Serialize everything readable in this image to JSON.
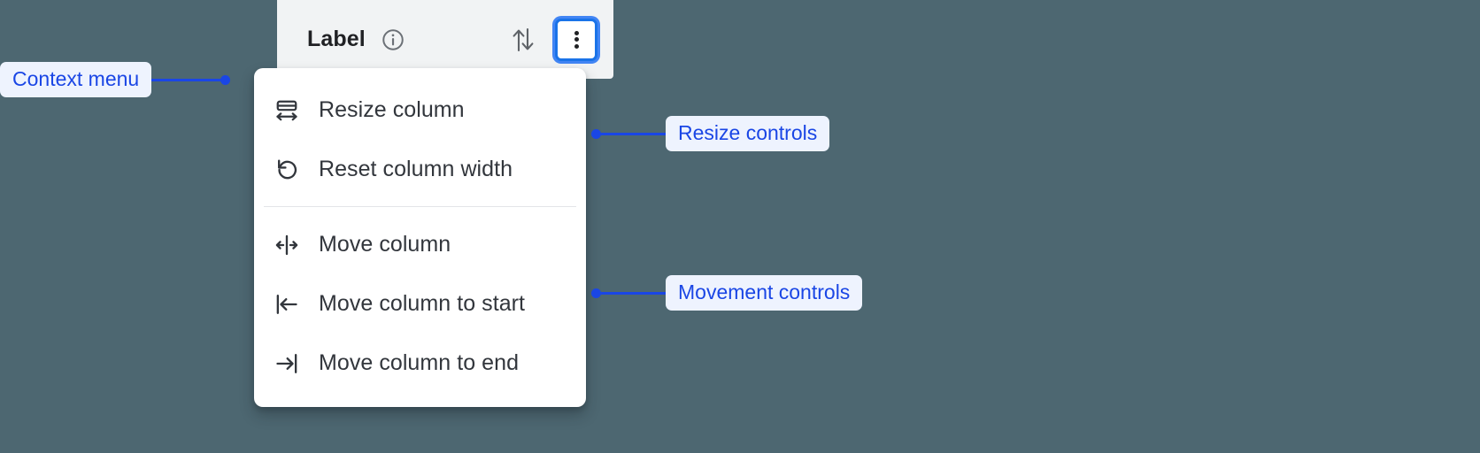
{
  "background_color": "#4d6771",
  "accent_color": "#1a46e5",
  "focus_ring_color": "#4285f4",
  "column_header": {
    "label": "Label",
    "info_icon": "info-circle-icon",
    "sort_icon": "sort-arrows-icon",
    "menu_icon": "kebab-menu-icon",
    "background_color": "#f1f3f4"
  },
  "context_menu": {
    "groups": [
      {
        "name": "resize",
        "items": [
          {
            "label": "Resize column",
            "icon": "resize-column-icon"
          },
          {
            "label": "Reset column width",
            "icon": "reset-undo-icon"
          }
        ]
      },
      {
        "name": "movement",
        "items": [
          {
            "label": "Move column",
            "icon": "move-bidirectional-icon"
          },
          {
            "label": "Move column to start",
            "icon": "move-to-start-icon"
          },
          {
            "label": "Move column to end",
            "icon": "move-to-end-icon"
          }
        ]
      }
    ]
  },
  "annotations": [
    {
      "id": "context-menu",
      "label": "Context menu"
    },
    {
      "id": "resize",
      "label": "Resize controls"
    },
    {
      "id": "movement",
      "label": "Movement controls"
    }
  ]
}
